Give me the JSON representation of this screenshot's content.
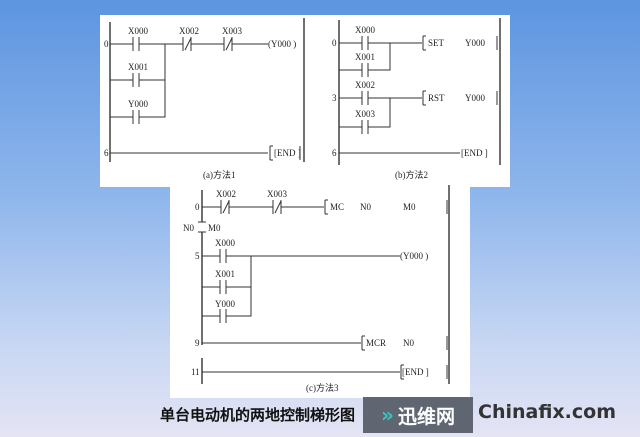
{
  "diagram_a": {
    "caption": "(a)方法1",
    "rungs": [
      "0",
      "6"
    ],
    "contacts": [
      "X000",
      "X001",
      "Y000"
    ],
    "nc_contacts": [
      "X002",
      "X003"
    ],
    "coil": "(Y000  )",
    "end": "[END  ]"
  },
  "diagram_b": {
    "caption": "(b)方法2",
    "rungs": [
      "0",
      "3",
      "6"
    ],
    "contacts": [
      "X000",
      "X001",
      "X002",
      "X003"
    ],
    "set": "SET",
    "set_target": "Y000",
    "rst": "RST",
    "rst_target": "Y000",
    "end": "[END  ]"
  },
  "diagram_c": {
    "caption": "(c)方法3",
    "rungs": [
      "0",
      "5",
      "9",
      "11"
    ],
    "nc_contacts": [
      "X002",
      "X003"
    ],
    "mc": "MC",
    "mc_n": "N0",
    "mc_m": "M0",
    "bus_n": "N0",
    "bus_m": "M0",
    "contacts": [
      "X000",
      "X001",
      "Y000"
    ],
    "coil": "(Y000  )",
    "mcr": "MCR",
    "mcr_n": "N0",
    "end": "[END  ]"
  },
  "caption": "单台电动机的两地控制梯形图",
  "watermark": {
    "arrow": "»",
    "cn": "迅维网",
    "en": "Chinafix.com"
  }
}
